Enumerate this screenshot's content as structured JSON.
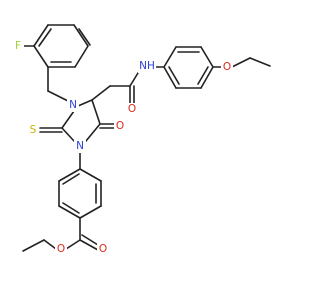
{
  "molecule": {
    "atoms": {
      "F": {
        "symbol": "F",
        "color": "#9ecf3a"
      },
      "N1": {
        "symbol": "N",
        "color": "#2b3fd6"
      },
      "N2": {
        "symbol": "N",
        "color": "#2b3fd6"
      },
      "NH": {
        "symbol": "NH",
        "color": "#2b3fd6"
      },
      "S": {
        "symbol": "S",
        "color": "#c9b400"
      },
      "O_amide": {
        "symbol": "O",
        "color": "#e0281a"
      },
      "O_ketone": {
        "symbol": "O",
        "color": "#e0281a"
      },
      "O_ether": {
        "symbol": "O",
        "color": "#e0281a"
      },
      "O_carbonyl": {
        "symbol": "O",
        "color": "#e0281a"
      },
      "O_ester": {
        "symbol": "O",
        "color": "#e0281a"
      }
    }
  }
}
